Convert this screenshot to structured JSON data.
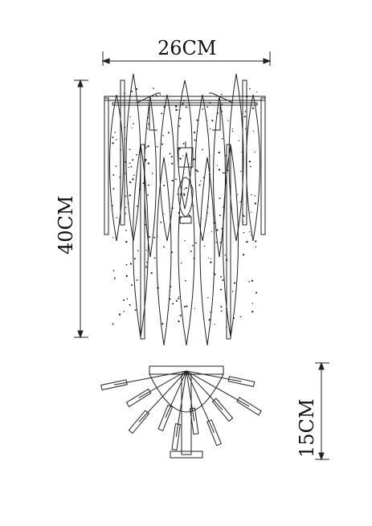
{
  "dimensions": {
    "width_label": "26CM",
    "height_label": "40CM",
    "depth_label": "15CM"
  },
  "colors": {
    "line": "#222222",
    "background": "#ffffff"
  }
}
